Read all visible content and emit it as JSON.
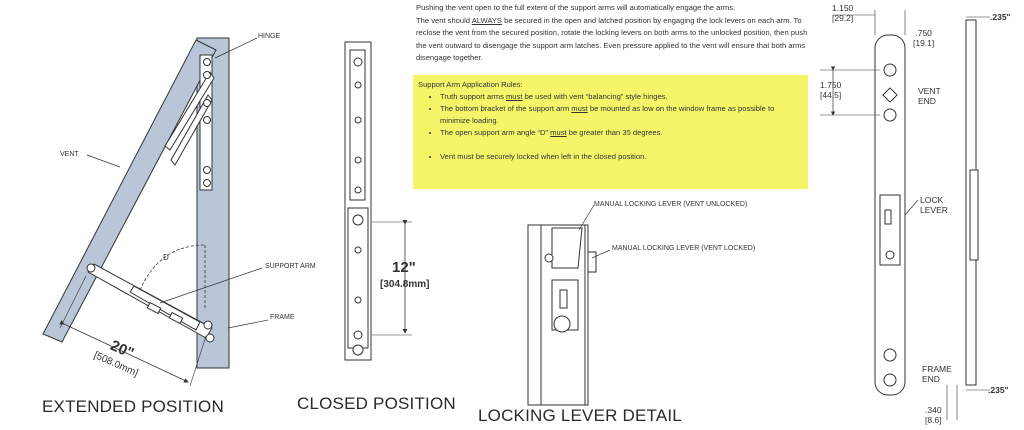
{
  "intro_text": {
    "p1": "Pushing the vent open to the full extent of the support arms will automatically engage the arms.",
    "p2_pre": "The vent should ",
    "p2_u": "ALWAYS",
    "p2_post": " be secured in the open and latched position by engaging the lock levers on each arm.  To reclose the vent from the secured position, rotate the locking levers on both arms to the unlocked position, then push the vent outward to disengage the support arm latches.  Even pressure applied to the vent will ensure that both arms disengage together."
  },
  "rules": {
    "title": "Support Arm Application Rules:",
    "r1_pre": "Truth support arms ",
    "r1_u": "must",
    "r1_post": " be used with vent “balancing” style hinges.",
    "r2_pre": "The bottom bracket of the support arm ",
    "r2_u": "must",
    "r2_post": " be mounted as low on the window frame as possible to minimize loading.",
    "r3_pre": "The open support arm angle “D” ",
    "r3_u": "must",
    "r3_post": " be greater than 35 degrees.",
    "r4": "Vent must be securely locked when left in the closed position."
  },
  "extended": {
    "caption": "EXTENDED POSITION",
    "hinge": "HINGE",
    "vent": "VENT",
    "support_arm": "SUPPORT ARM",
    "frame": "FRAME",
    "angle": "D",
    "dim_big": "20\"",
    "dim_small": "[508.0mm]"
  },
  "closed": {
    "caption": "CLOSED POSITION",
    "dim_big": "12\"",
    "dim_small": "[304.8mm]"
  },
  "locking": {
    "caption": "LOCKING LEVER DETAIL",
    "unlocked": "MANUAL LOCKING LEVER (VENT UNLOCKED)",
    "locked": "MANUAL LOCKING LEVER (VENT LOCKED)"
  },
  "side": {
    "d1150": "1.150",
    "d1150mm": "[29.2]",
    "d750": ".750",
    "d750mm": "[19.1]",
    "d1750": "1.750",
    "d1750mm": "[44.5]",
    "d235a": ".235\"",
    "d235b": ".235\"",
    "d340": ".340",
    "d340mm": "[8.6]",
    "vent_end_1": "VENT",
    "vent_end_2": "END",
    "lock_lever_1": "LOCK",
    "lock_lever_2": "LEVER",
    "frame_end_1": "FRAME",
    "frame_end_2": "END"
  }
}
